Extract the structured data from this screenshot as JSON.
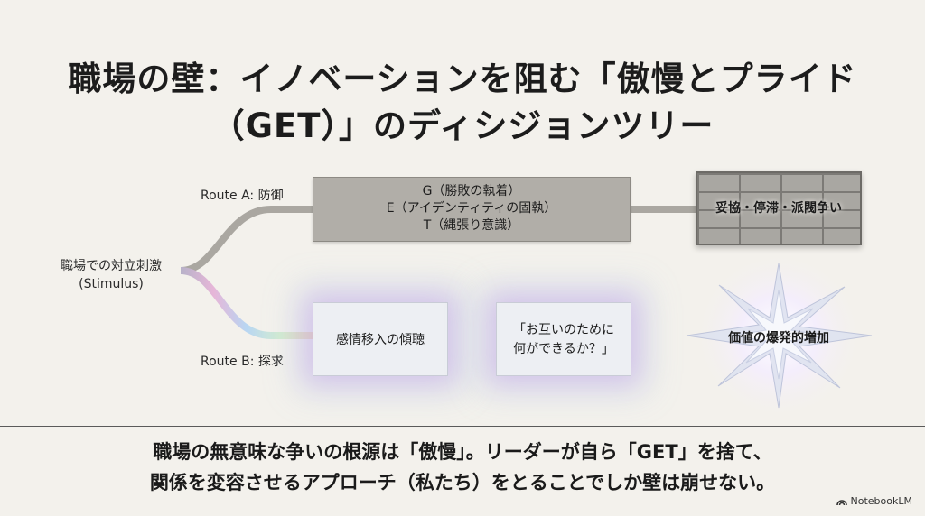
{
  "title": {
    "line1": "職場の壁：イノベーションを阻む「傲慢とプライド",
    "line2": "（GET）」のディシジョンツリー"
  },
  "stimulus": {
    "line1": "職場での対立刺激",
    "line2": "(Stimulus)"
  },
  "route_a": {
    "label": "Route A: 防御",
    "items": [
      "G（勝敗の執着）",
      "E（アイデンティティの固執）",
      "T（縄張り意識）"
    ],
    "outcome": "妥協・停滞・派閥争い"
  },
  "route_b": {
    "label": "Route B: 探求",
    "step1": "感情移入の傾聴",
    "step2_line1": "「お互いのために",
    "step2_line2": "何ができるか？」",
    "outcome": "価値の爆発的増加"
  },
  "conclusion": {
    "line1": "職場の無意味な争いの根源は「傲慢」。リーダーが自ら「GET」を捨て、",
    "line2": "関係を変容させるアプローチ（私たち）をとることでしか壁は崩せない。"
  },
  "brand": "NotebookLM",
  "colors": {
    "background": "#f3f1ec",
    "route_a_gray": "#b1aea8",
    "route_b_glow": "#c896e6"
  }
}
